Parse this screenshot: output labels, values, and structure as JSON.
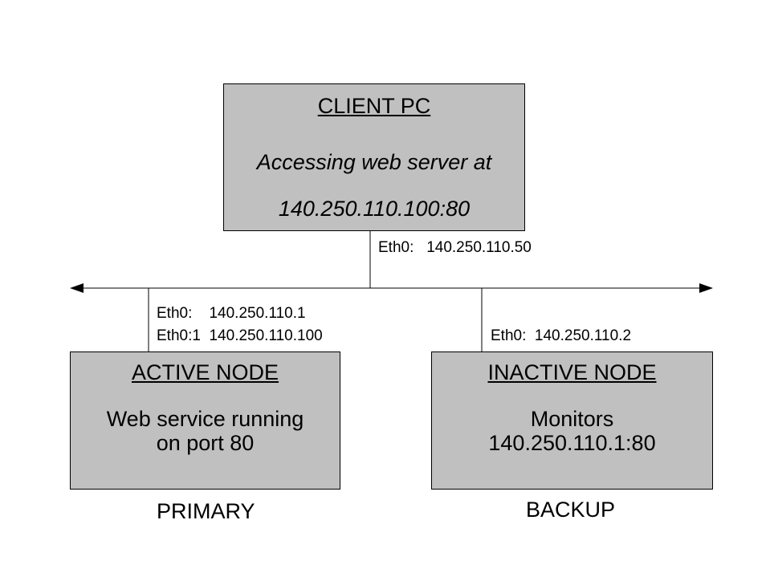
{
  "client": {
    "title": "CLIENT PC",
    "line1": "Accessing web server at",
    "line2": "140.250.110.100:80",
    "eth": "Eth0:   140.250.110.50"
  },
  "active": {
    "title": "ACTIVE NODE",
    "line1": "Web service running",
    "line2": "on port 80",
    "eth0": "Eth0:    140.250.110.1",
    "eth01": "Eth0:1  140.250.110.100",
    "role": "PRIMARY"
  },
  "inactive": {
    "title": "INACTIVE NODE",
    "line1": "Monitors",
    "line2": "140.250.110.1:80",
    "eth": "Eth0:  140.250.110.2",
    "role": "BACKUP"
  },
  "colors": {
    "box_fill": "#c0c0c0",
    "line": "#000000",
    "background": "#ffffff"
  }
}
